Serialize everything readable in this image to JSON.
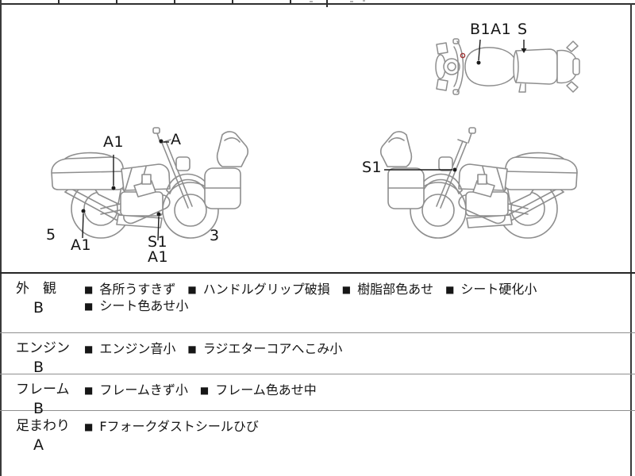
{
  "page": {
    "background": "#ffffff",
    "sketch_line_color": "#8e8e8e",
    "annotation_color": "#1a1a1a",
    "red_mark_color": "#a03333",
    "table_border_color": "#262626",
    "row_divider_color": "#8f8f8f"
  },
  "diagram": {
    "labels": {
      "top_view_tank": "B1A1",
      "top_view_seat": "S",
      "left_bike_frame": "A1",
      "left_bike_mirror": "A",
      "left_bike_rear_count": "5",
      "left_bike_exhaust": "A1",
      "left_bike_engine_s1": "S1",
      "left_bike_engine_a1": "A1",
      "left_bike_front_count": "3",
      "right_bike_fork": "S1"
    }
  },
  "table": {
    "rows": [
      {
        "label": "外　観",
        "grade": "B",
        "items": [
          {
            "bullet": "■",
            "text": "各所うすきず"
          },
          {
            "bullet": "■",
            "text": "ハンドルグリップ破損"
          },
          {
            "bullet": "■",
            "text": "樹脂部色あせ"
          },
          {
            "bullet": "■",
            "text": "シート硬化小"
          },
          {
            "bullet": "■",
            "text": "シート色あせ小"
          }
        ]
      },
      {
        "label": "エンジン",
        "grade": "B",
        "items": [
          {
            "bullet": "■",
            "text": "エンジン音小"
          },
          {
            "bullet": "■",
            "text": "ラジエターコアへこみ小"
          }
        ]
      },
      {
        "label": "フレーム",
        "grade": "B",
        "items": [
          {
            "bullet": "■",
            "text": "フレームきず小"
          },
          {
            "bullet": "■",
            "text": "フレーム色あせ中"
          }
        ]
      },
      {
        "label": "足まわり",
        "grade": "A",
        "items": [
          {
            "bullet": "■",
            "text": "Fフォークダストシールひび"
          }
        ]
      }
    ]
  }
}
